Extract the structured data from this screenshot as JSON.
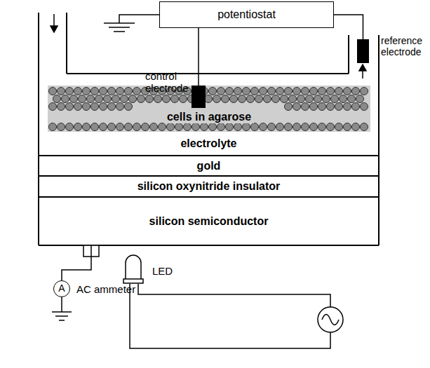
{
  "diagram": {
    "nodes": [
      {
        "text": [
          "potentiostat"
        ]
      },
      {
        "text": [
          "control electrode"
        ]
      },
      {
        "text": [
          "reference electrode"
        ]
      },
      {
        "text": [
          "cells in agarose"
        ]
      },
      {
        "text": [
          "electrolyte"
        ]
      },
      {
        "text": [
          "gold"
        ]
      },
      {
        "text": [
          "silicon oxynitride insulator"
        ]
      },
      {
        "text": [
          "silicon semiconductor"
        ]
      },
      {
        "text": [
          "A",
          "AC ammeter"
        ]
      },
      {
        "text": [
          "LED"
        ]
      }
    ],
    "edges": [
      {
        "from": 0,
        "to": 1,
        "arrow": "none"
      },
      {
        "from": 0,
        "to": 2,
        "arrow": "none"
      },
      {
        "from": 7,
        "to": 8,
        "arrow": "none"
      }
    ]
  }
}
